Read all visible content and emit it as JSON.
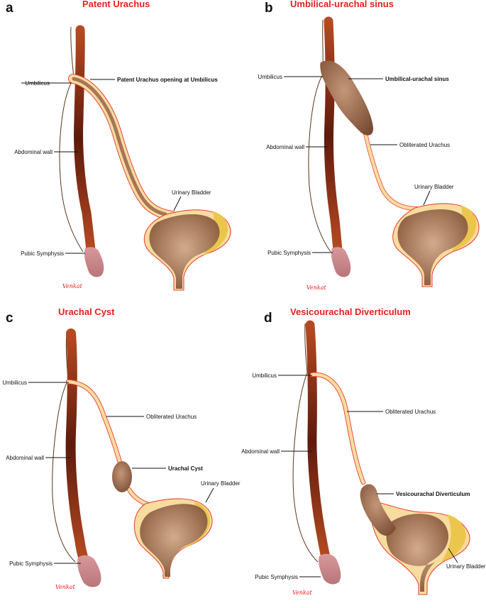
{
  "panels": [
    {
      "id": "a",
      "letter": "a",
      "title": "Patent Urachus",
      "labels": {
        "umbilicus": "Umbilicus",
        "abdominal_wall": "Abdominal wall",
        "pubic_symphysis": "Pubic Symphysis",
        "urinary_bladder": "Urinary Bladder",
        "feature": "Patent Urachus opening at Umbilicus"
      },
      "signature": "Venkat"
    },
    {
      "id": "b",
      "letter": "b",
      "title": "Umbilical-urachal sinus",
      "labels": {
        "umbilicus": "Umbilicus",
        "abdominal_wall": "Abdominal wall",
        "pubic_symphysis": "Pubic Symphysis",
        "urinary_bladder": "Urinary Bladder",
        "feature": "Umbilical-urachal sinus",
        "obliterated": "Obliterated Urachus"
      },
      "signature": "Venkat"
    },
    {
      "id": "c",
      "letter": "c",
      "title": "Urachal Cyst",
      "labels": {
        "umbilicus": "Umbilicus",
        "abdominal_wall": "Abdominal wall",
        "pubic_symphysis": "Pubic Symphysis",
        "urinary_bladder": "Urinary Bladder",
        "feature": "Urachal Cyst",
        "obliterated": "Obliterated Urachus"
      },
      "signature": "Venkat"
    },
    {
      "id": "d",
      "letter": "d",
      "title": "Vesicourachal Diverticulum",
      "labels": {
        "umbilicus": "Umbilicus",
        "abdominal_wall": "Abdominal wall",
        "pubic_symphysis": "Pubic Symphysis",
        "urinary_bladder": "Urinary Bladder",
        "feature": "Vesicourachal Diverticulum",
        "obliterated": "Obliterated Urachus"
      },
      "signature": "Venkat"
    }
  ],
  "colors": {
    "title_red": "#e8201c",
    "abdominal_wall": "#a8401f",
    "abdominal_wall_dark": "#5e1a0c",
    "bladder_fill": "#a27455",
    "bladder_rim": "#ecc64c",
    "urachus_fill": "#f7dc9f",
    "urachus_outline": "#e8473a",
    "pubic_symphysis": "#c98286"
  }
}
